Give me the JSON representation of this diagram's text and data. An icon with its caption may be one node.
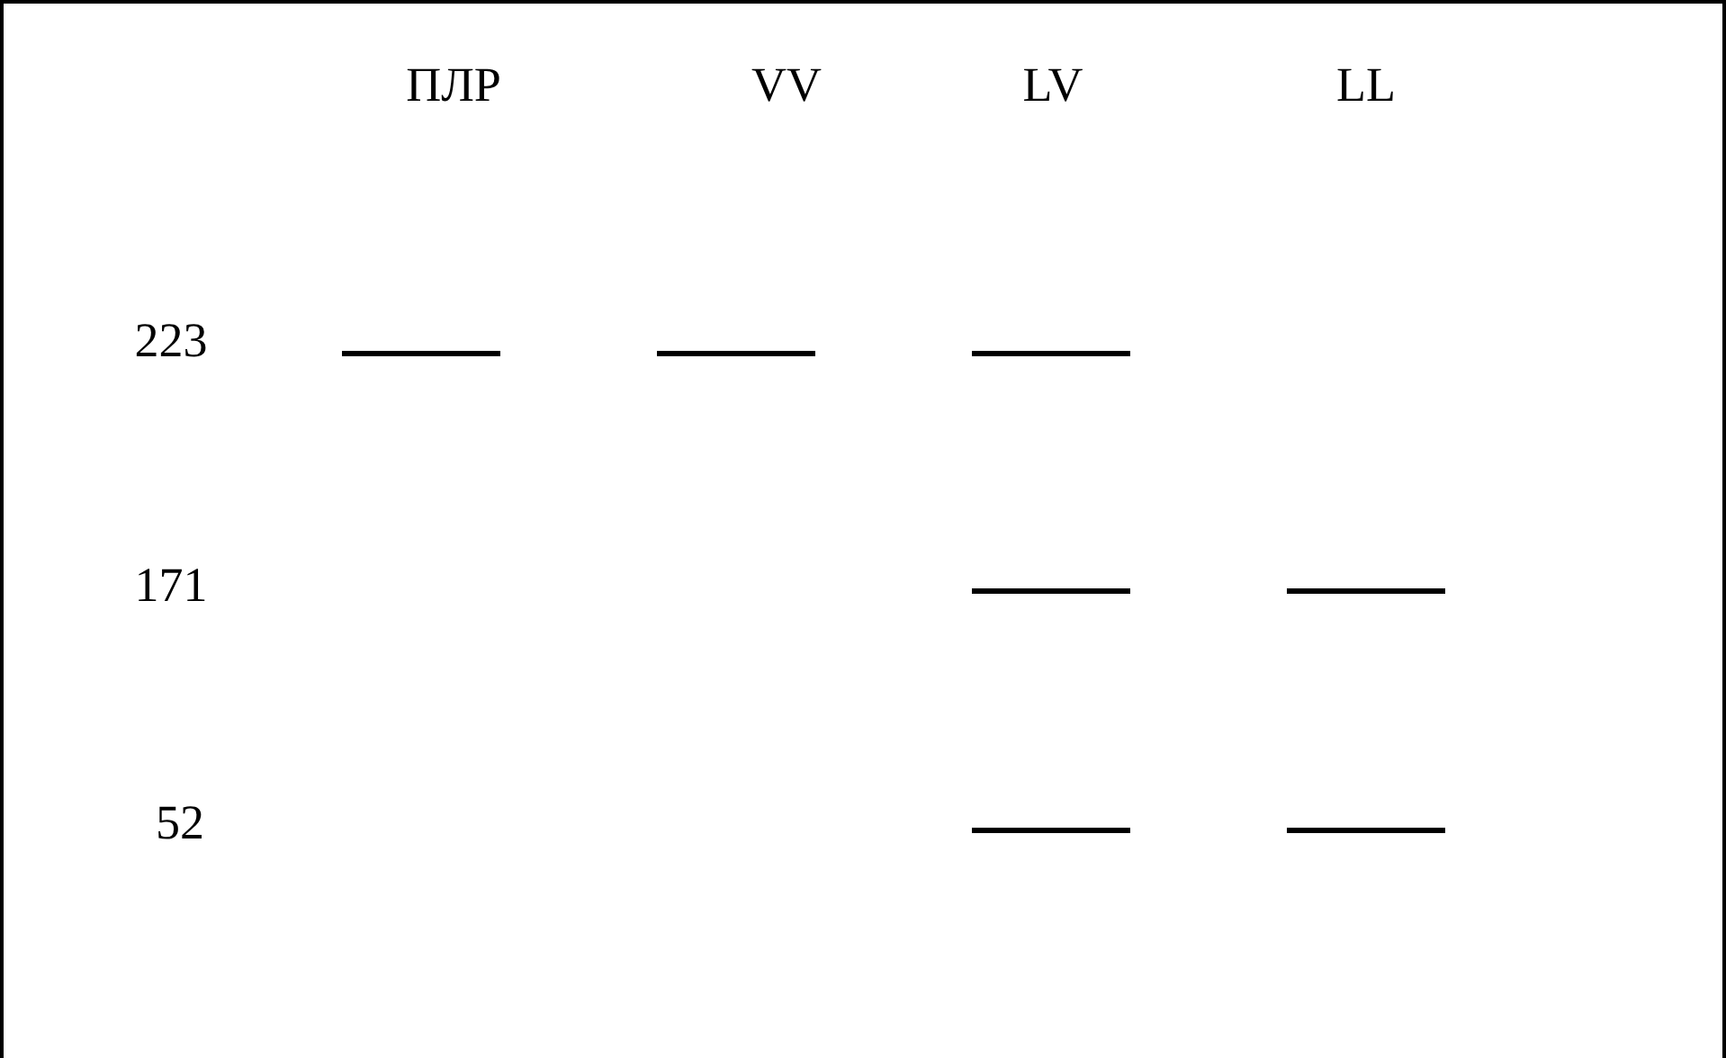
{
  "diagram": {
    "nodes": [
      {
        "text": [],
        "shape": "bar"
      },
      {
        "text": [],
        "shape": "bar"
      },
      {
        "text": [],
        "shape": "bar"
      },
      {
        "text": [],
        "shape": "bar"
      },
      {
        "text": [],
        "shape": "bar"
      },
      {
        "text": [],
        "shape": "bar"
      },
      {
        "text": [],
        "shape": "bar"
      }
    ],
    "labels": [
      "ПЛР",
      "VV",
      "LV",
      "LL",
      "223",
      "171",
      "52"
    ]
  }
}
